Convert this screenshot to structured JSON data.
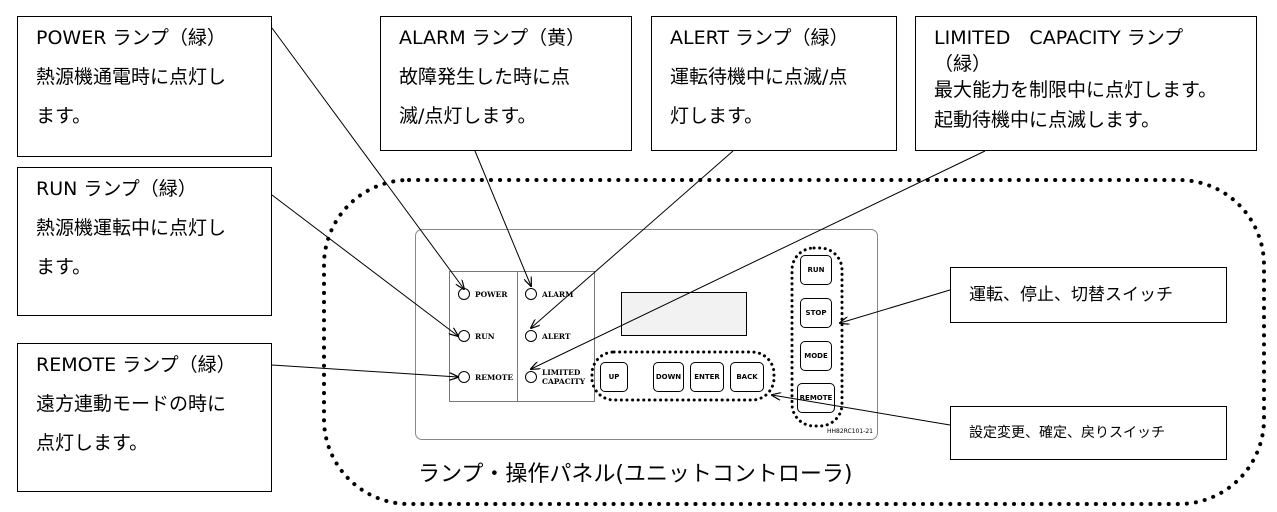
{
  "callouts": {
    "power": [
      "POWER ランプ（緑）",
      "熱源機通電時に点灯し",
      "ます。"
    ],
    "alarm": [
      "ALARM ランプ（黄）",
      "故障発生した時に点",
      "滅/点灯します。"
    ],
    "alert": [
      "ALERT ランプ（緑）",
      "運転待機中に点滅/点",
      "灯します。"
    ],
    "limited": [
      "LIMITED　CAPACITY ランプ",
      "（緑）",
      "最大能力を制限中に点灯します。",
      "起動待機中に点滅します。"
    ],
    "run": [
      "RUN ランプ（緑）",
      "熱源機運転中に点灯し",
      "ます。"
    ],
    "remote": [
      "REMOTE ランプ（緑）",
      "遠方連動モードの時に",
      "点灯します。"
    ],
    "run_stop_switch": "運転、停止、切替スイッチ",
    "setting_switch": "設定変更、確定、戻りスイッチ"
  },
  "panel": {
    "lamps": {
      "power": "POWER",
      "run": "RUN",
      "remote": "REMOTE",
      "alarm": "ALARM",
      "alert": "ALERT",
      "limited": "LIMITED\nCAPACITY"
    },
    "keys": {
      "up": "UP",
      "down": "DOWN",
      "enter": "ENTER",
      "back": "BACK",
      "run": "RUN",
      "stop": "STOP",
      "mode": "MODE",
      "remote": "REMOTE"
    },
    "model": "HH82RC101-21",
    "caption": "ランプ・操作パネル(ユニットコントローラ)"
  }
}
